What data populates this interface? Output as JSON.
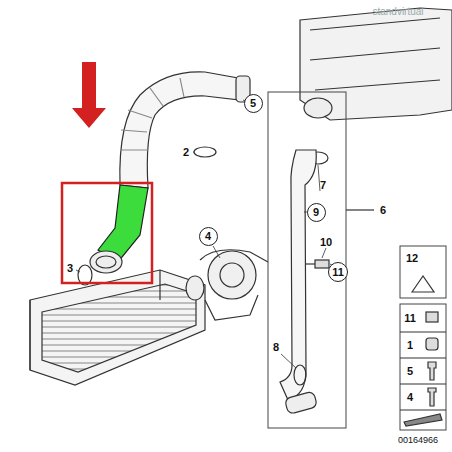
{
  "diagram": {
    "nodes": [
      {
        "text": [
          "5"
        ]
      },
      {
        "text": [
          "4"
        ]
      },
      {
        "text": [
          "9"
        ]
      },
      {
        "text": [
          "11"
        ]
      }
    ],
    "labels": [
      "2",
      "3",
      "6",
      "7",
      "10",
      "12",
      "11",
      "1",
      "5",
      "4",
      "8",
      "00164966",
      "standvirtual"
    ]
  }
}
